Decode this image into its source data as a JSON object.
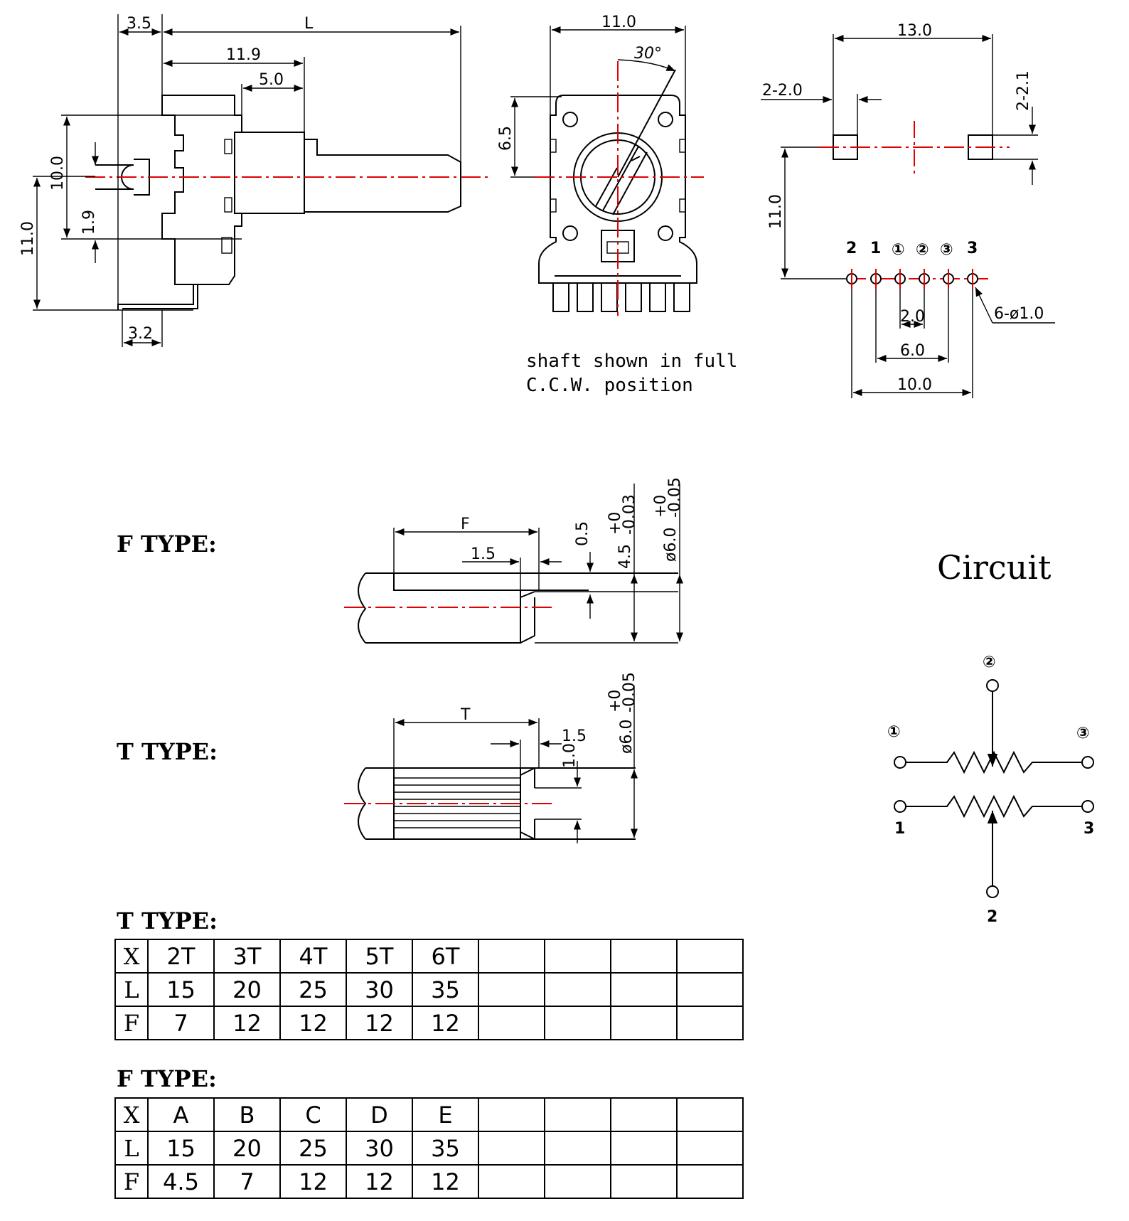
{
  "side_view": {
    "dims": [
      "3.5",
      "L",
      "11.9",
      "5.0",
      "10.0",
      "1.9",
      "11.0",
      "3.2"
    ]
  },
  "front_view": {
    "dims": [
      "11.0",
      "30°",
      "6.5"
    ],
    "note_line1": "shaft shown in full",
    "note_line2": "C.C.W. position"
  },
  "pcb_layout": {
    "dims": [
      "13.0",
      "2-2.0",
      "2-2.1",
      "11.0",
      "2.0",
      "6.0",
      "10.0",
      "6-ø1.0"
    ],
    "pin_labels": [
      "2",
      "1",
      "①",
      "②",
      "③",
      "3"
    ]
  },
  "f_type_shaft": {
    "label": "F TYPE:",
    "dims": [
      "F",
      "1.5",
      "0.5",
      "4.5",
      "+0",
      "-0.03",
      "ø6.0",
      "+0",
      "-0.05"
    ]
  },
  "t_type_shaft": {
    "label": "T TYPE:",
    "dims": [
      "T",
      "1.5",
      "1.0",
      "ø6.0",
      "+0",
      "-0.05"
    ]
  },
  "circuit": {
    "title": "Circuit",
    "upper_labels": [
      "①",
      "②",
      "③"
    ],
    "lower_labels": [
      "1",
      "2",
      "3"
    ]
  },
  "t_type_table": {
    "title": "T TYPE:",
    "rows": [
      [
        "X",
        "2T",
        "3T",
        "4T",
        "5T",
        "6T",
        "",
        "",
        "",
        ""
      ],
      [
        "L",
        "15",
        "20",
        "25",
        "30",
        "35",
        "",
        "",
        "",
        ""
      ],
      [
        "F",
        "7",
        "12",
        "12",
        "12",
        "12",
        "",
        "",
        "",
        ""
      ]
    ]
  },
  "f_type_table": {
    "title": "F TYPE:",
    "rows": [
      [
        "X",
        "A",
        "B",
        "C",
        "D",
        "E",
        "",
        "",
        "",
        ""
      ],
      [
        "L",
        "15",
        "20",
        "25",
        "30",
        "35",
        "",
        "",
        "",
        ""
      ],
      [
        "F",
        "4.5",
        "7",
        "12",
        "12",
        "12",
        "",
        "",
        "",
        ""
      ]
    ]
  }
}
